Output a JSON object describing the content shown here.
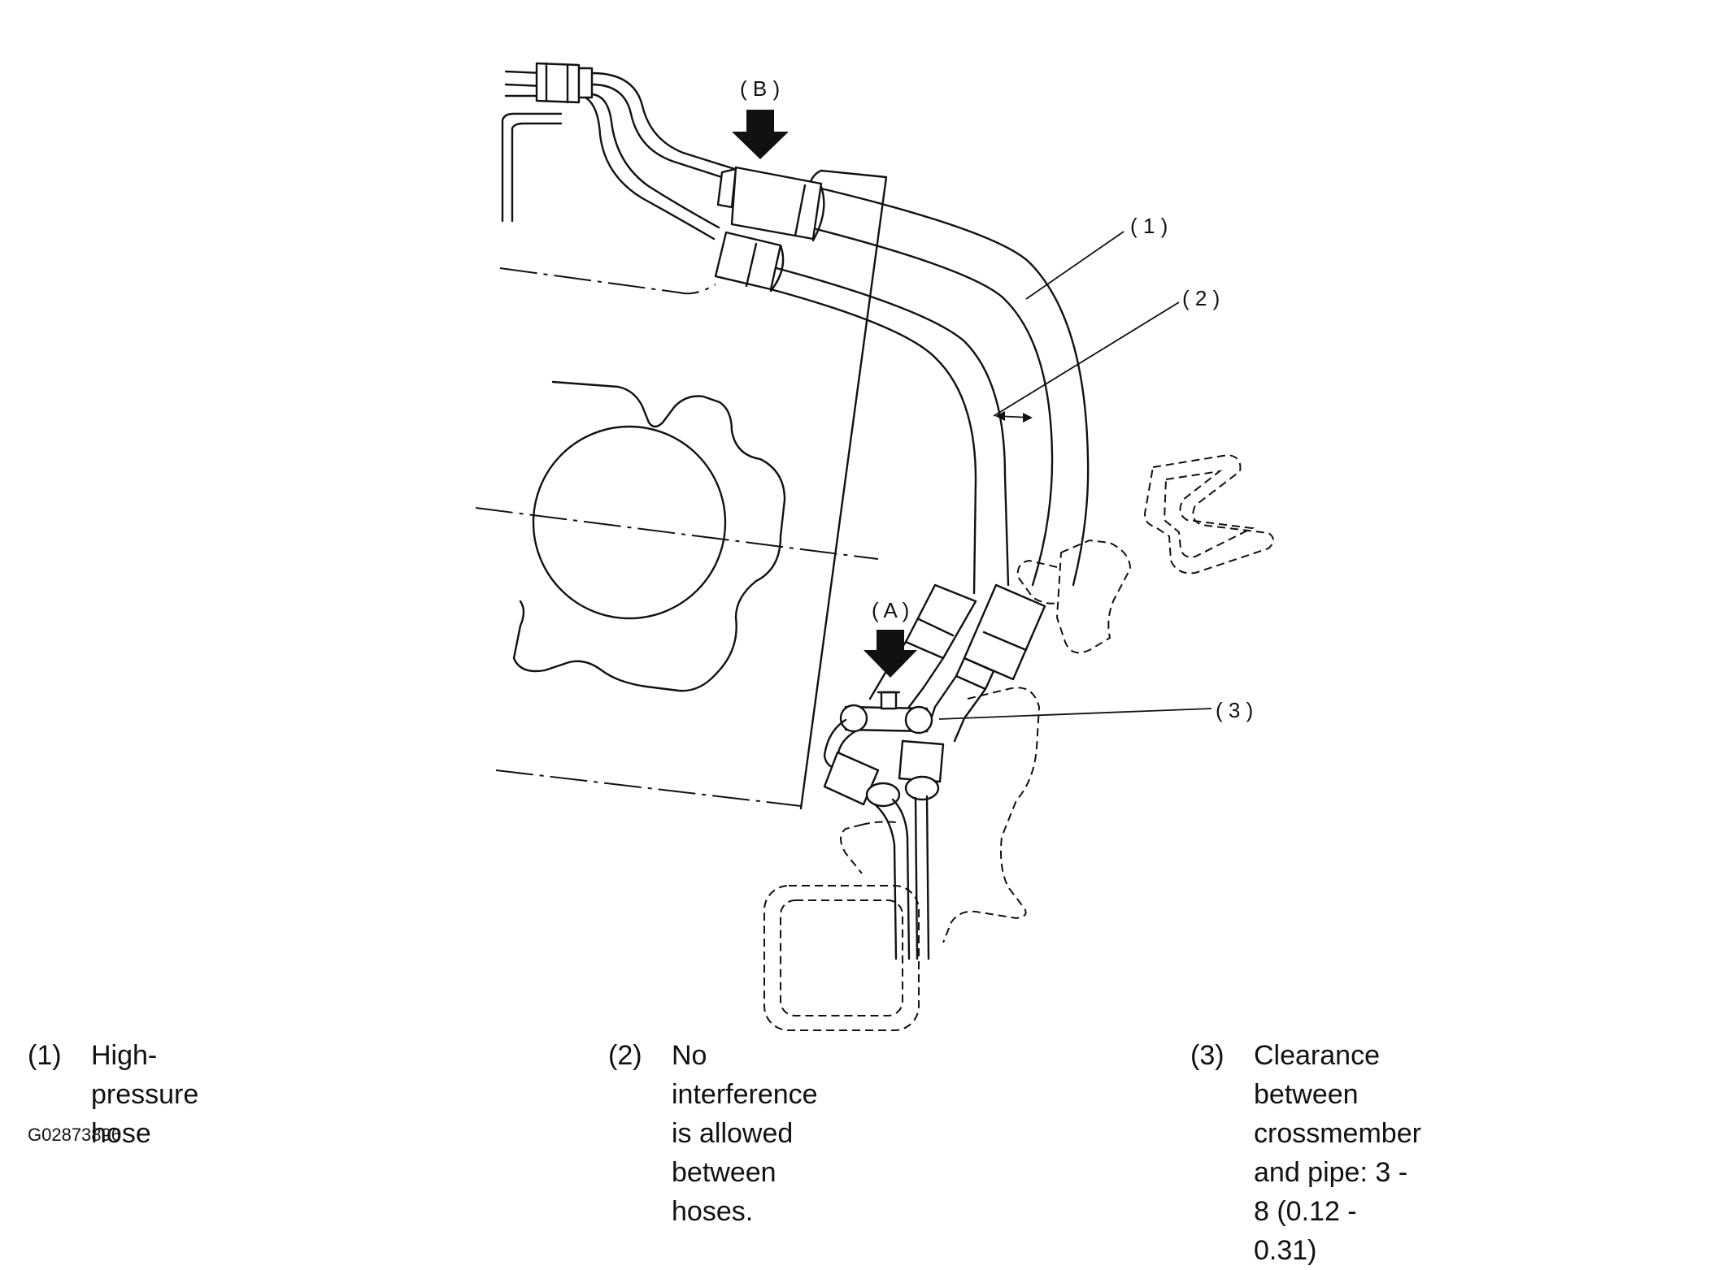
{
  "figure": {
    "figure_id": "G02873896",
    "callouts": {
      "label_1": "( 1 )",
      "label_2": "( 2 )",
      "label_3": "( 3 )",
      "label_A": "( A )",
      "label_B": "( B )"
    },
    "legend": [
      {
        "number": "(1)",
        "text": "High-pressure hose"
      },
      {
        "number": "(2)",
        "text": "No interference is allowed\nbetween hoses."
      },
      {
        "number": "(3)",
        "text": "Clearance between crossmember\nand pipe: 3 - 8 (0.12 - 0.31)"
      }
    ]
  }
}
